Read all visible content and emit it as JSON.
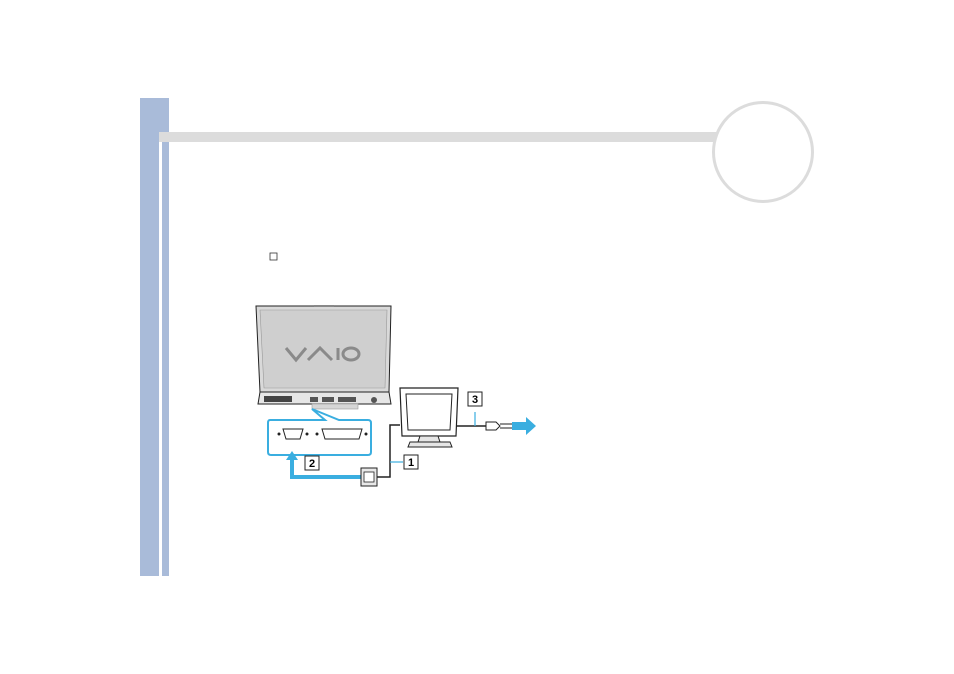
{
  "page": {
    "number": "",
    "brand_logo": "VAIO"
  },
  "illustration": {
    "callouts": [
      "1",
      "2",
      "3"
    ],
    "icons": [
      "laptop-rear-icon",
      "vga-port-icon",
      "parallel-port-icon",
      "monitor-icon",
      "vga-cable-icon",
      "power-plug-icon",
      "arrow-icon"
    ]
  },
  "colors": {
    "sidebar": "#a9bbd9",
    "accent_arrow": "#3aaee0",
    "divider": "#dcdcdc"
  }
}
